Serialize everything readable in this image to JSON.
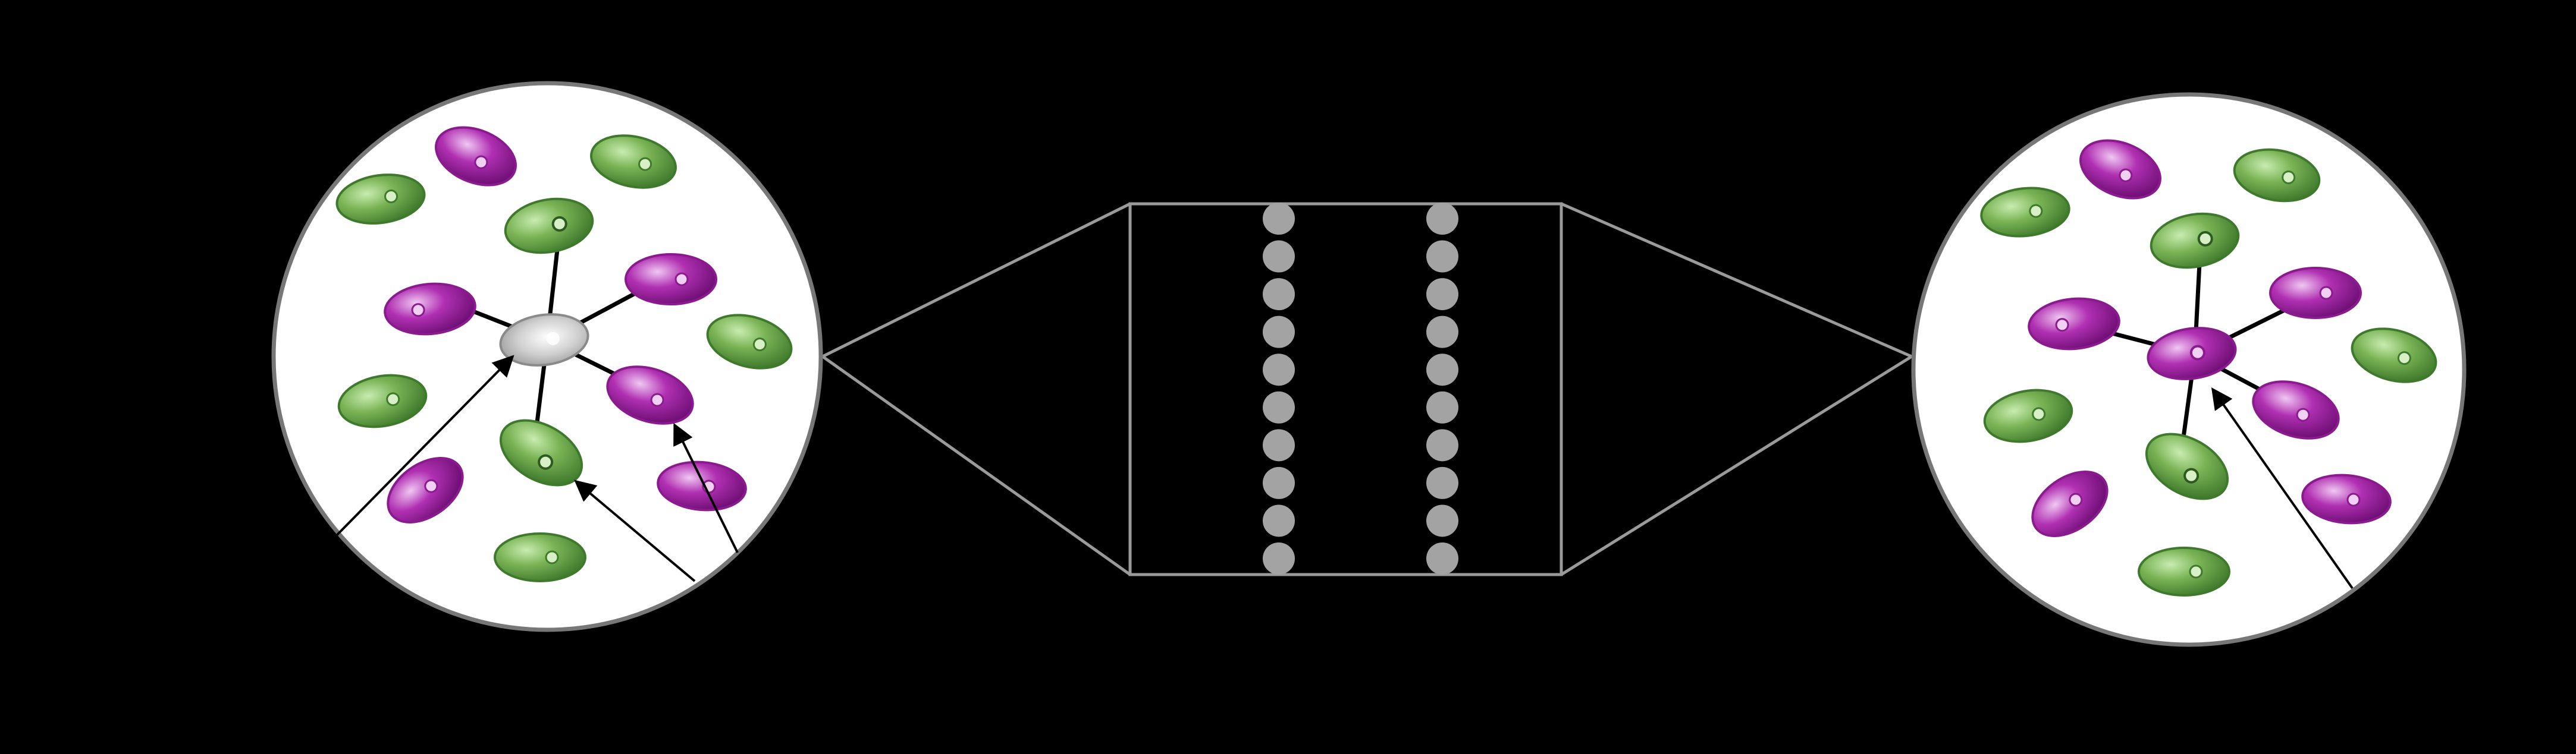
{
  "colors": {
    "background": "#000000",
    "circle_fill": "#ffffff",
    "circle_stroke": "#777777",
    "box_stroke": "#9a9a9a",
    "bead": "#a3a3a3",
    "green_light": "#a8d88a",
    "green_mid": "#6ea84a",
    "green_dark": "#3f7a2c",
    "purple_light": "#e8b6ec",
    "purple_mid": "#a828a8",
    "purple_dark": "#6e0e74",
    "grey_light": "#f2f2f2",
    "grey_mid": "#c4c4c4",
    "grey_dark": "#8a8a8a",
    "bond": "#000000",
    "arrow": "#000000"
  },
  "panels": [
    {
      "id": "left",
      "center_cell": "neutral-grey",
      "neighbors": [
        "green",
        "purple",
        "purple",
        "green",
        "purple"
      ]
    },
    {
      "id": "middle",
      "bead_columns": 2,
      "beads_per_column": 10
    },
    {
      "id": "right",
      "center_cell": "purple",
      "neighbors": [
        "green",
        "purple",
        "purple",
        "green",
        "purple"
      ]
    }
  ]
}
